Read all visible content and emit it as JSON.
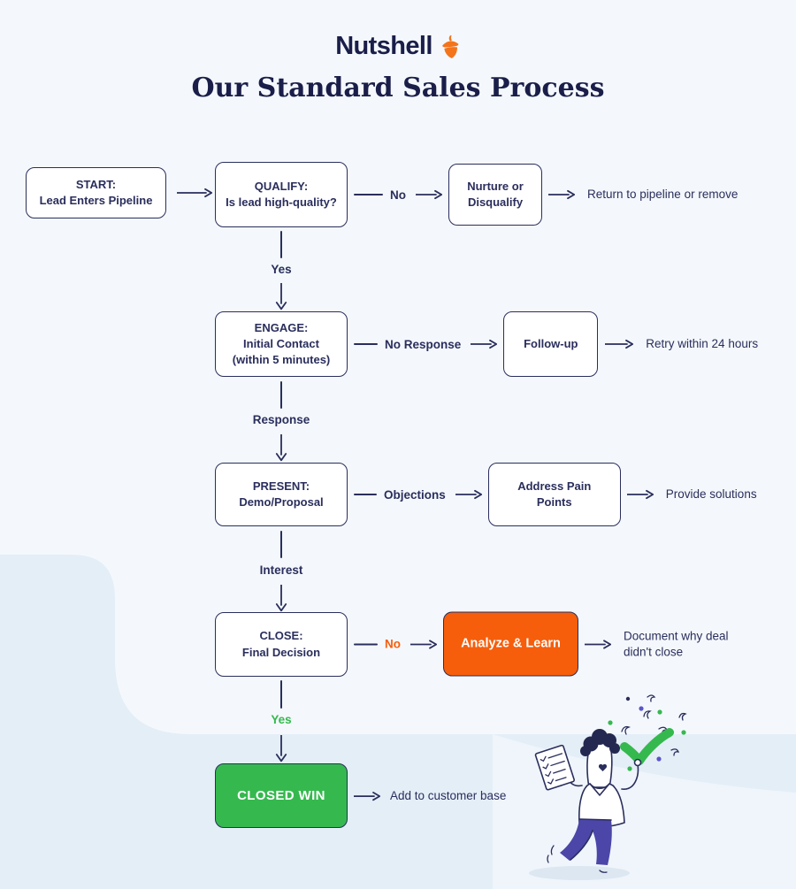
{
  "colors": {
    "bg": "#f4f8fc",
    "band": "#e4eef7",
    "wave": "#eff5fb",
    "navy": "#2a2e5c",
    "ink": "#1a1e49",
    "orange": "#f65e0c",
    "orange2": "#f4741c",
    "green": "#35b94e"
  },
  "brand": {
    "name": "Nutshell",
    "icon": "acorn-icon"
  },
  "title": "Our Standard Sales Process",
  "flow": {
    "start": {
      "lines": [
        "START:",
        "Lead Enters Pipeline"
      ]
    },
    "qualify": {
      "lines": [
        "QUALIFY:",
        "Is lead high-quality?"
      ],
      "branch_label": "No",
      "branch_box": {
        "lines": [
          "Nurture or",
          "Disqualify"
        ]
      },
      "outcome": "Return to pipeline or remove",
      "down_label": "Yes"
    },
    "engage": {
      "lines": [
        "ENGAGE:",
        "Initial Contact",
        "(within 5 minutes)"
      ],
      "branch_label": "No Response",
      "branch_box": {
        "lines": [
          "Follow-up"
        ]
      },
      "outcome": "Retry within 24 hours",
      "down_label": "Response"
    },
    "present": {
      "lines": [
        "PRESENT:",
        "Demo/Proposal"
      ],
      "branch_label": "Objections",
      "branch_box": {
        "lines": [
          "Address Pain",
          "Points"
        ]
      },
      "outcome": "Provide solutions",
      "down_label": "Interest"
    },
    "close": {
      "lines": [
        "CLOSE:",
        "Final Decision"
      ],
      "branch_label": "No",
      "branch_box": {
        "lines": [
          "Analyze & Learn"
        ]
      },
      "outcome": "Document why deal didn't close",
      "down_label": "Yes"
    },
    "closed_win": {
      "lines": [
        "CLOSED WIN"
      ],
      "outcome": "Add to customer base"
    }
  },
  "illustration": {
    "name": "person-celebrating-with-checkmark"
  }
}
